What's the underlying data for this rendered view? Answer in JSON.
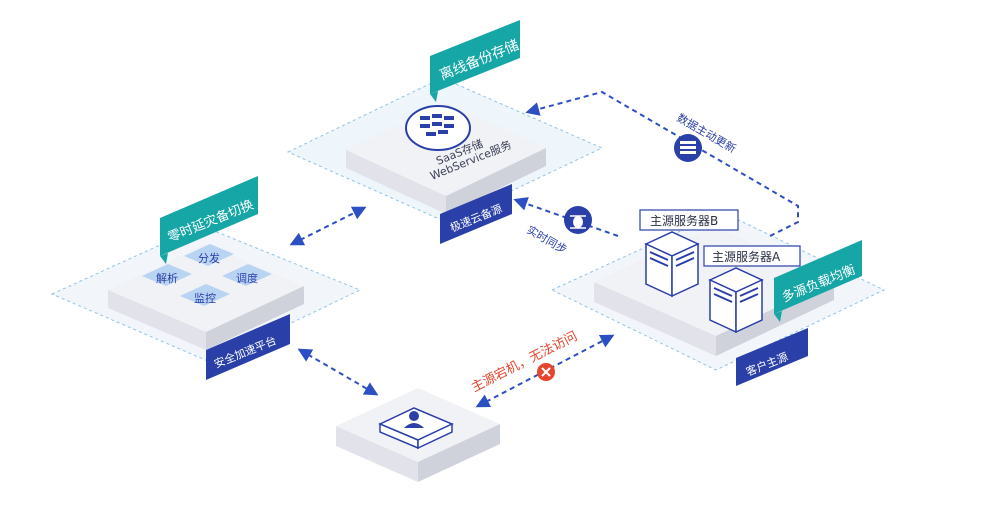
{
  "labels": {
    "offline_backup": "离线备份存储",
    "saas_line1": "SaaS存储",
    "saas_line2": "WebService服务",
    "fast_cloud_backup": "极速云备源",
    "zero_delay": "零时延灾备切换",
    "tile_parse": "解析",
    "tile_dispatch": "分发",
    "tile_monitor": "监控",
    "tile_schedule": "调度",
    "security_platform": "安全加速平台",
    "main_server_b": "主源服务器B",
    "main_server_a": "主源服务器A",
    "multi_source_lb": "多源负载均衡",
    "customer_origin": "客户主源",
    "data_active_update": "数据主动更新",
    "realtime_sync": "实时同步",
    "outage": "主源宕机，无法访问"
  },
  "colors": {
    "teal": "#17a6a6",
    "blue_label": "#2a3fa8",
    "arrow_blue": "#2d4fc4",
    "red": "#e8452e",
    "tile_blue": "#b9d3f2",
    "platform_top": "#f1f2f6",
    "platform_side": "#dcdde4"
  }
}
